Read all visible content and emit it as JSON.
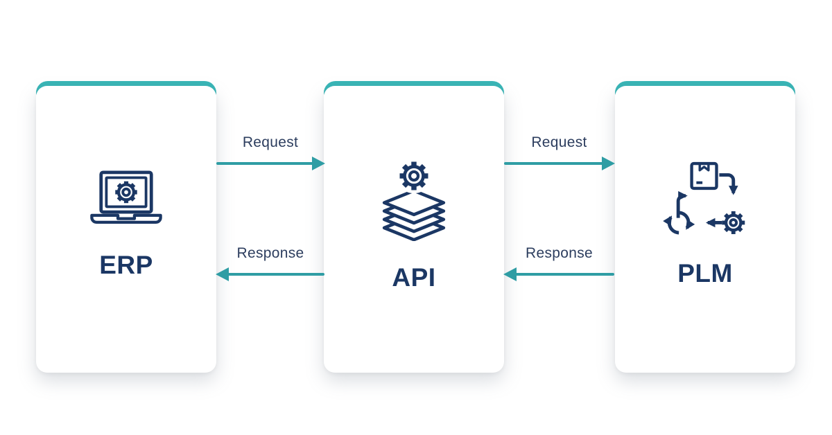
{
  "colors": {
    "background": "#ffffff",
    "card_background": "#ffffff",
    "card_top_accent": "#38b5b6",
    "arrow_teal": "#2f9da4",
    "icon_navy": "#1b3764",
    "card_label_navy": "#1b3764",
    "connector_label_navy": "#2c3d5e"
  },
  "cards": [
    {
      "id": "erp",
      "label": "ERP",
      "icon": "laptop-gear-icon"
    },
    {
      "id": "api",
      "label": "API",
      "icon": "layers-gear-icon"
    },
    {
      "id": "plm",
      "label": "PLM",
      "icon": "product-lifecycle-icon"
    }
  ],
  "connectors": [
    {
      "id": "erp-api-request",
      "label": "Request",
      "direction": "right",
      "from": "ERP",
      "to": "API"
    },
    {
      "id": "erp-api-response",
      "label": "Response",
      "direction": "left",
      "from": "API",
      "to": "ERP"
    },
    {
      "id": "api-plm-request",
      "label": "Request",
      "direction": "right",
      "from": "API",
      "to": "PLM"
    },
    {
      "id": "api-plm-response",
      "label": "Response",
      "direction": "left",
      "from": "PLM",
      "to": "API"
    }
  ]
}
